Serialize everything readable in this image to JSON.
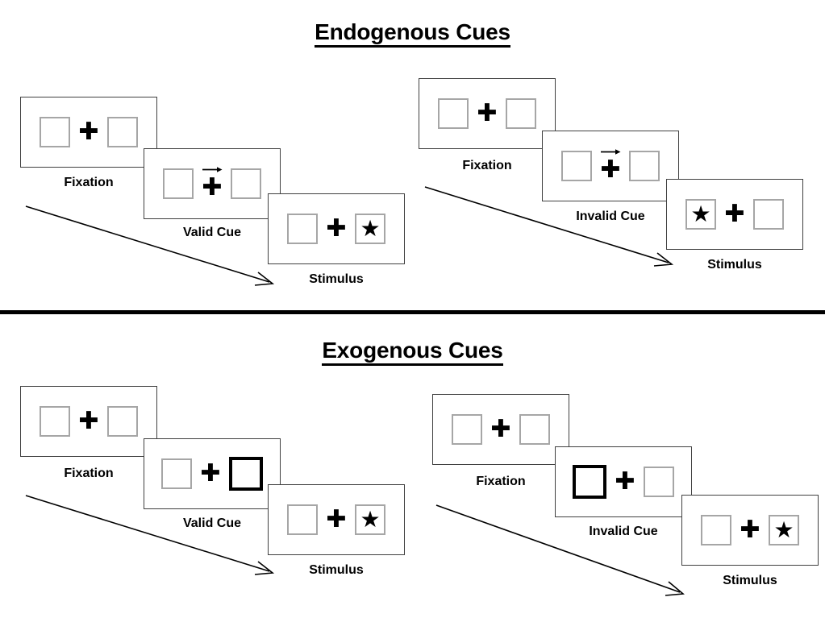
{
  "sections": [
    {
      "id": "endogenous",
      "title": "Endogenous Cues",
      "panels": [
        {
          "caption": "Fixation",
          "left_box": "empty",
          "right_box": "empty",
          "center": "plus",
          "cue_arrow": "none"
        },
        {
          "caption": "Valid Cue",
          "left_box": "empty",
          "right_box": "empty",
          "center": "plus",
          "cue_arrow": "arrow-right-icon"
        },
        {
          "caption": "Stimulus",
          "left_box": "empty",
          "right_box": "star",
          "center": "plus",
          "cue_arrow": "none"
        }
      ],
      "panels_right": [
        {
          "caption": "Fixation",
          "left_box": "empty",
          "right_box": "empty",
          "center": "plus",
          "cue_arrow": "none"
        },
        {
          "caption": "Invalid Cue",
          "left_box": "empty",
          "right_box": "empty",
          "center": "plus",
          "cue_arrow": "arrow-right-icon"
        },
        {
          "caption": "Stimulus",
          "left_box": "star",
          "right_box": "empty",
          "center": "plus",
          "cue_arrow": "none"
        }
      ]
    },
    {
      "id": "exogenous",
      "title": "Exogenous Cues",
      "panels": [
        {
          "caption": "Fixation",
          "left_box": "empty",
          "right_box": "empty",
          "center": "plus",
          "cue_arrow": "none"
        },
        {
          "caption": "Valid Cue",
          "left_box": "empty",
          "right_box": "highlight",
          "center": "plus",
          "cue_arrow": "none"
        },
        {
          "caption": "Stimulus",
          "left_box": "empty",
          "right_box": "star",
          "center": "plus",
          "cue_arrow": "none"
        }
      ],
      "panels_right": [
        {
          "caption": "Fixation",
          "left_box": "empty",
          "right_box": "empty",
          "center": "plus",
          "cue_arrow": "none"
        },
        {
          "caption": "Invalid Cue",
          "left_box": "highlight",
          "right_box": "empty",
          "center": "plus",
          "cue_arrow": "none"
        },
        {
          "caption": "Stimulus",
          "left_box": "empty",
          "right_box": "star",
          "center": "plus",
          "cue_arrow": "none"
        }
      ]
    }
  ],
  "glyphs": {
    "plus": "✚",
    "star": "★"
  },
  "colors": {
    "ink": "#000000",
    "frame_border": "#404040",
    "box_border": "#a6a6a6",
    "highlight_border": "#000000",
    "background": "#ffffff"
  },
  "flow_arrows": [
    {
      "name": "time-flow-arrow-endogenous-valid"
    },
    {
      "name": "time-flow-arrow-endogenous-invalid"
    },
    {
      "name": "time-flow-arrow-exogenous-valid"
    },
    {
      "name": "time-flow-arrow-exogenous-invalid"
    }
  ]
}
